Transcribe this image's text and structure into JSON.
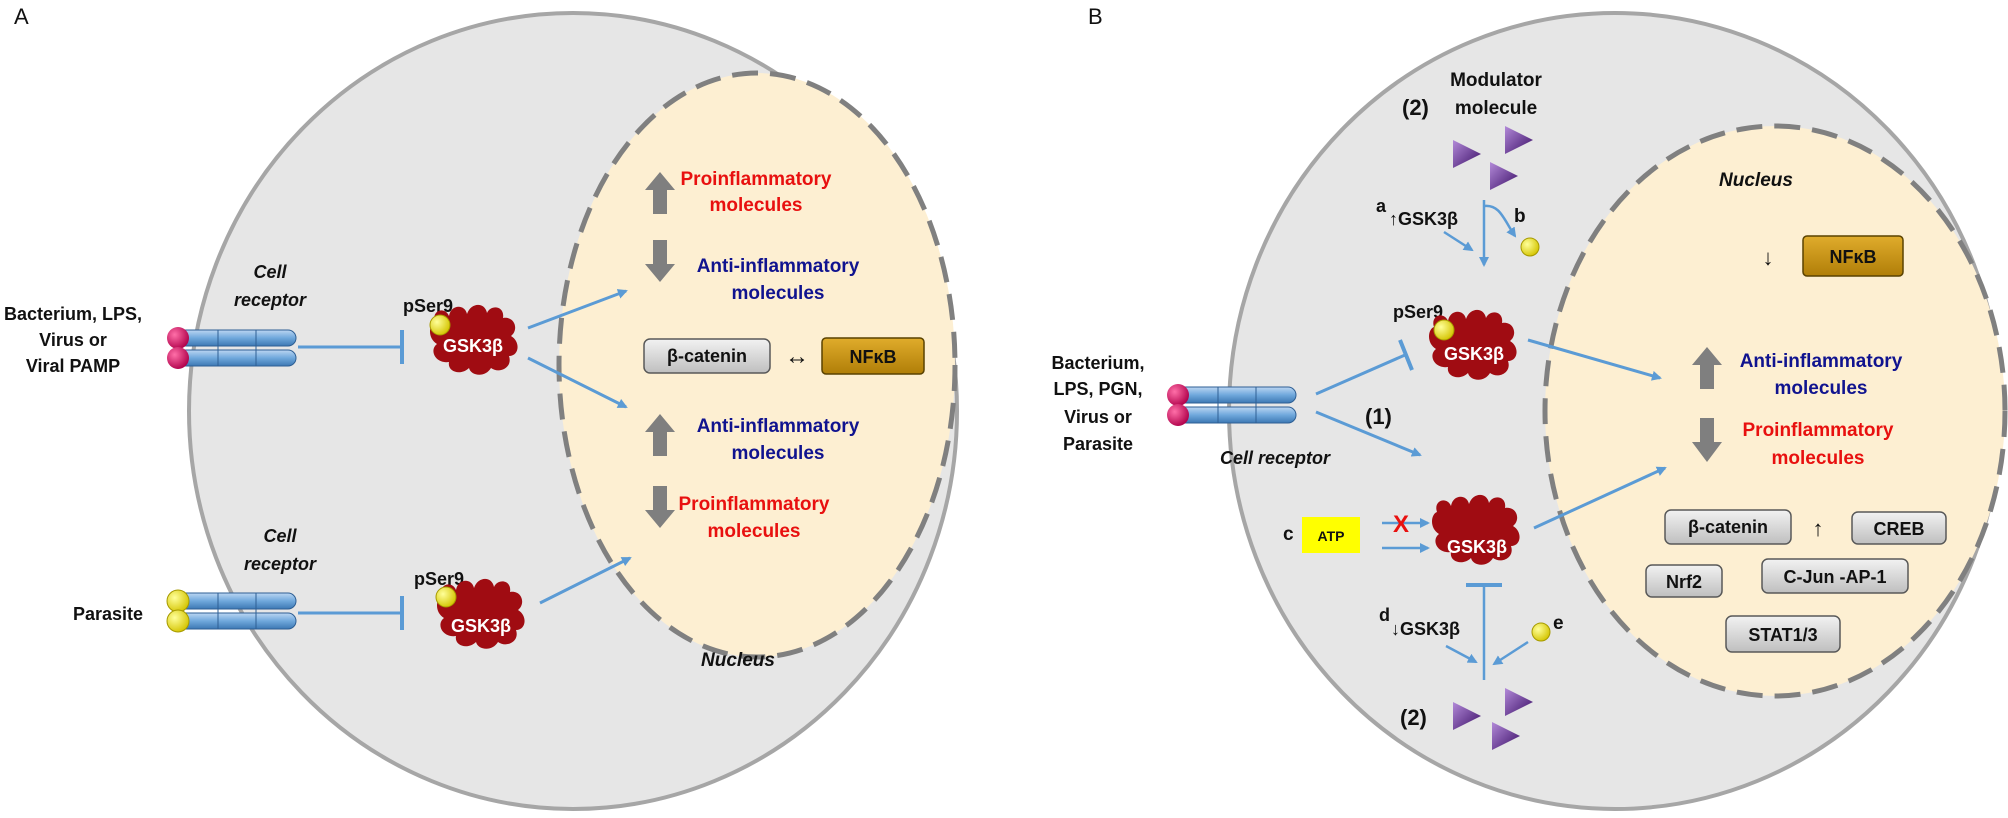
{
  "panel_a": {
    "letter": "A",
    "stimulus_top": [
      "Bacterium, LPS,",
      "Virus or",
      "Viral PAMP"
    ],
    "stimulus_bottom": "Parasite",
    "receptor_top": [
      "Cell",
      "receptor"
    ],
    "receptor_bottom": [
      "Cell",
      "receptor"
    ],
    "pser9_top": "pSer9",
    "pser9_bottom": "pSer9",
    "gsk_top": "GSK3β",
    "gsk_bottom": "GSK3β",
    "upper_pro": [
      "Proinflammatory",
      "molecules"
    ],
    "upper_anti": [
      "Anti-inflammatory",
      "molecules"
    ],
    "catenin": "β-catenin",
    "bidir_arrow": "↔",
    "nfkb": "NFκB",
    "lower_anti": [
      "Anti-inflammatory",
      "molecules"
    ],
    "lower_pro": [
      "Proinflammatory",
      "molecules"
    ],
    "nucleus": "Nucleus"
  },
  "panel_b": {
    "letter": "B",
    "modulator_num": "(2)",
    "modulator": [
      "Modulator",
      "molecule"
    ],
    "a_letter": "a",
    "a_text": "↑GSK3β",
    "b_letter": "b",
    "pser9": "pSer9",
    "gsk_top": "GSK3β",
    "stimulus": [
      "Bacterium,",
      "LPS, PGN,",
      "Virus or",
      "Parasite"
    ],
    "cell_receptor": "Cell receptor",
    "pathway_num": "(1)",
    "c_letter": "c",
    "atp": "ATP",
    "block_mark": "X",
    "gsk_bottom": "GSK3β",
    "d_letter": "d",
    "d_text": "↓GSK3β",
    "e_letter": "e",
    "bottom_num": "(2)",
    "nucleus": "Nucleus",
    "nfkb_arrow": "↓",
    "nfkb": "NFκB",
    "anti": [
      "Anti-inflammatory",
      "molecules"
    ],
    "pro": [
      "Proinflammatory",
      "molecules"
    ],
    "catenin": "β-catenin",
    "up_arrow": "↑",
    "creb": "CREB",
    "nrf2": "Nrf2",
    "cjun": "C-Jun -AP-1",
    "stat": "STAT1/3"
  },
  "colors": {
    "cell": "#e6e6e6",
    "cell_border": "#a6a6a6",
    "nucleus": "#fdefd2",
    "nucleus_border": "#808080",
    "gsk": "#a00c12",
    "arrow": "#5b9bd5",
    "pro": "#e8100f",
    "anti": "#10138f",
    "nfkb": "#c99412",
    "atp": "#ffff00",
    "modulator": "#7030a0"
  }
}
